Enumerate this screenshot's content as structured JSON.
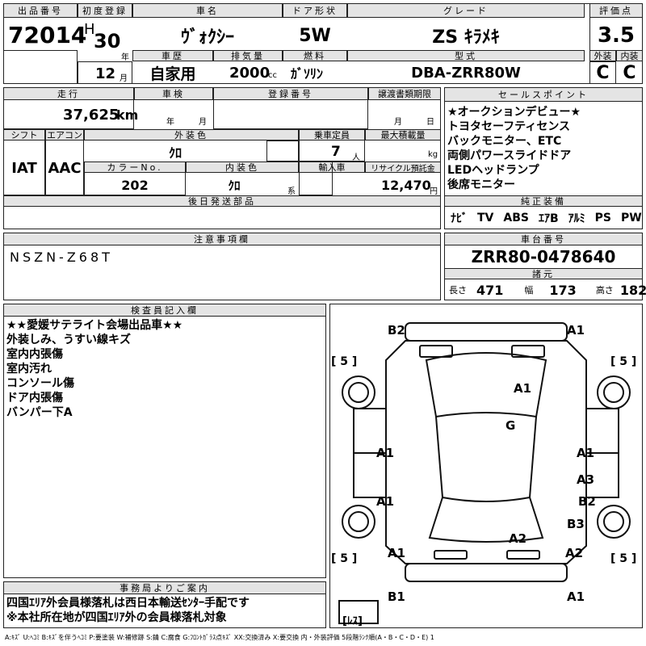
{
  "header": {
    "lot_no_label": "出品番号",
    "lot_no": "72014",
    "first_reg_label": "初度登録",
    "era_letter": "H",
    "reg_year": "30",
    "year_unit": "年",
    "reg_month": "12",
    "month_unit": "月",
    "car_name_label": "車名",
    "car_name": "ｳﾞｫｸｼｰ",
    "door_label": "ドア形状",
    "door": "5W",
    "grade_label": "グレード",
    "grade": "ZS ｷﾗﾒｷ",
    "score_label": "評価点",
    "score": "3.5",
    "history_label": "車歴",
    "history": "自家用",
    "displacement_label": "排気量",
    "displacement": "2000",
    "cc_unit": "cc",
    "fuel_label": "燃料",
    "fuel": "ｶﾞｿﾘﾝ",
    "model_label": "型式",
    "model": "DBA-ZRR80W",
    "exterior_label": "外装",
    "exterior_grade": "C",
    "interior_label": "内装",
    "interior_grade": "C"
  },
  "row2": {
    "mileage_label": "走行",
    "mileage": "37,625",
    "mileage_unit": "km",
    "inspection_label": "車検",
    "insp_year_unit": "年",
    "insp_month_unit": "月",
    "reg_no_label": "登録番号",
    "transfer_label": "譲渡書類期限",
    "transfer_month_unit": "月",
    "transfer_day_unit": "日",
    "shift_label": "シフト",
    "shift": "IAT",
    "ac_label": "エアコン",
    "ac": "AAC",
    "ext_color_label": "外装色",
    "ext_color": "ｸﾛ",
    "capacity_label": "乗車定員",
    "capacity": "7",
    "capacity_unit": "人",
    "max_load_label": "最大積載量",
    "max_load_unit": "kg",
    "color_no_label": "カラーNo.",
    "color_no": "202",
    "int_color_label": "内装色",
    "int_color": "ｸﾛ",
    "int_color_unit": "系",
    "import_label": "輸入車",
    "recycle_label": "リサイクル預託金",
    "recycle": "12,470",
    "recycle_unit": "円",
    "later_parts_label": "後日発送部品"
  },
  "sales_points": {
    "label": "セールスポイント",
    "items": [
      "★オークションデビュー★",
      "トヨタセーフティセンス",
      "バックモニター、ETC",
      "両側パワースライドドア",
      "LEDヘッドランプ",
      "後席モニター"
    ]
  },
  "equipment": {
    "label": "純正装備",
    "items": [
      "ﾅﾋﾞ",
      "TV",
      "ABS",
      "ｴｱB",
      "ｱﾙﾐ",
      "PS",
      "PW"
    ]
  },
  "notes": {
    "label": "注意事項欄",
    "text": "NSZN-Z68T"
  },
  "chassis": {
    "label": "車台番号",
    "number": "ZRR80-0478640",
    "specs_label": "諸元",
    "length_label": "長さ",
    "length": "471",
    "width_label": "幅",
    "width": "173",
    "height_label": "高さ",
    "height": "182"
  },
  "inspector": {
    "label": "検査員記入欄",
    "lines": [
      "★★愛媛サテライト会場出品車★★",
      "外装しみ、うすい線キズ",
      "室内内張傷",
      "室内汚れ",
      "コンソール傷",
      "ドア内張傷",
      "バンパー下A"
    ]
  },
  "office": {
    "label": "事務局よりご案内",
    "lines": [
      "四国ｴﾘｱ外会員様落札は西日本輸送ｾﾝﾀｰ手配です",
      "※本社所在地が四国ｴﾘｱ外の会員様落札対象"
    ]
  },
  "diagram": {
    "damage_marks": [
      "B2",
      "A1",
      "A1",
      "G",
      "A1",
      "A1",
      "A3",
      "A1",
      "B2",
      "B3",
      "A2",
      "A1",
      "A2",
      "B1",
      "A1"
    ],
    "tire_depths": [
      "[ 5 ]",
      "[ 5 ]",
      "[ 5 ]",
      "[ 5 ]"
    ],
    "spare_tire": "[ﾚｽ]"
  },
  "legend": "A:ｷｽﾞ U:ﾍｺﾐ B:ｷｽﾞを伴うﾍｺﾐ P:要塗装 W:補修跡 S:錆 C:腐食 G:ﾌﾛﾝﾄｶﾞﾗｽ点ｷｽﾞ XX:交換済み X:要交換 内・外装評価 5段階ﾗﾝｸ順(A・B・C・D・E) 1"
}
